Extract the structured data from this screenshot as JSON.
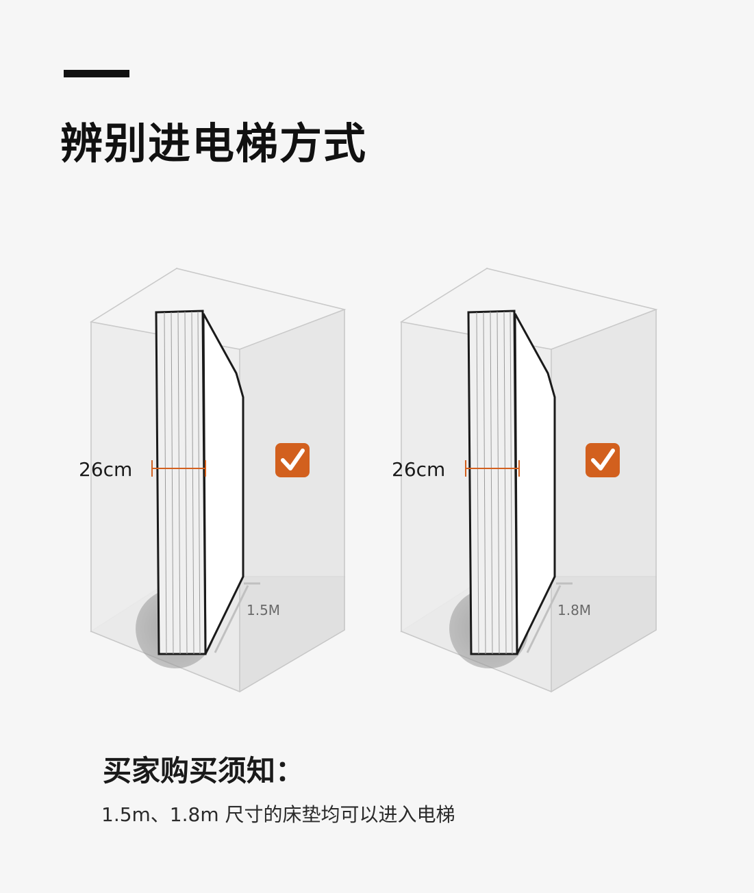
{
  "header": {
    "title": "辨别进电梯方式"
  },
  "diagrams": [
    {
      "thickness_label": "26cm",
      "size_label": "1.5M",
      "status": "check-icon"
    },
    {
      "thickness_label": "26cm",
      "size_label": "1.8M",
      "status": "check-icon"
    }
  ],
  "notice": {
    "title": "买家购买须知：",
    "text": "1.5m、1.8m 尺寸的床垫均可以进入电梯"
  },
  "colors": {
    "accent": "#d2601e",
    "text": "#111111",
    "background": "#f6f6f6"
  }
}
